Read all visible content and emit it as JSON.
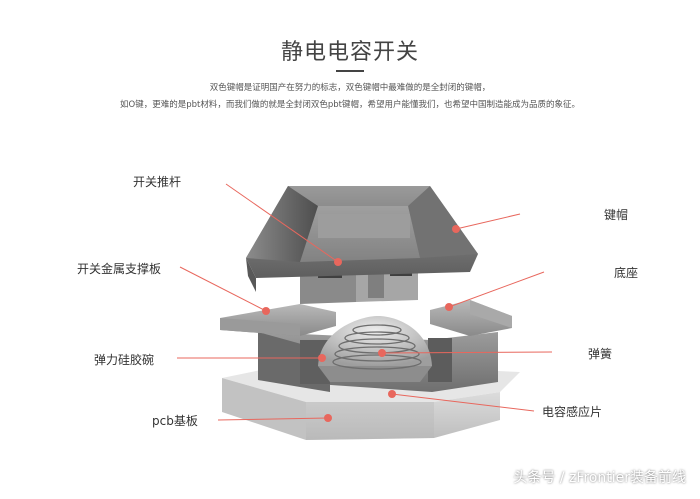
{
  "title": "静电电容开关",
  "description": {
    "line1": "双色键帽是证明国产在努力的标志，双色键帽中最难做的是全封闭的键帽，",
    "line2": "如O键，更难的是pbt材料，而我们做的就是全封闭双色pbt键帽，希望用户能懂我们，也希望中国制造能成为品质的象征。"
  },
  "labels": {
    "switch_stem": "开关推杆",
    "metal_bracket": "开关金属支撑板",
    "rubber_dome": "弹力硅胶碗",
    "pcb": "pcb基板",
    "keycap": "键帽",
    "housing": "底座",
    "spring": "弹簧",
    "capacitive_pad": "电容感应片"
  },
  "watermark": "头条号 / zFrontier装备前线",
  "colors": {
    "accent": "#e8675d",
    "keycap": "#7a7a7a",
    "pcb": "#c9c9c9"
  }
}
